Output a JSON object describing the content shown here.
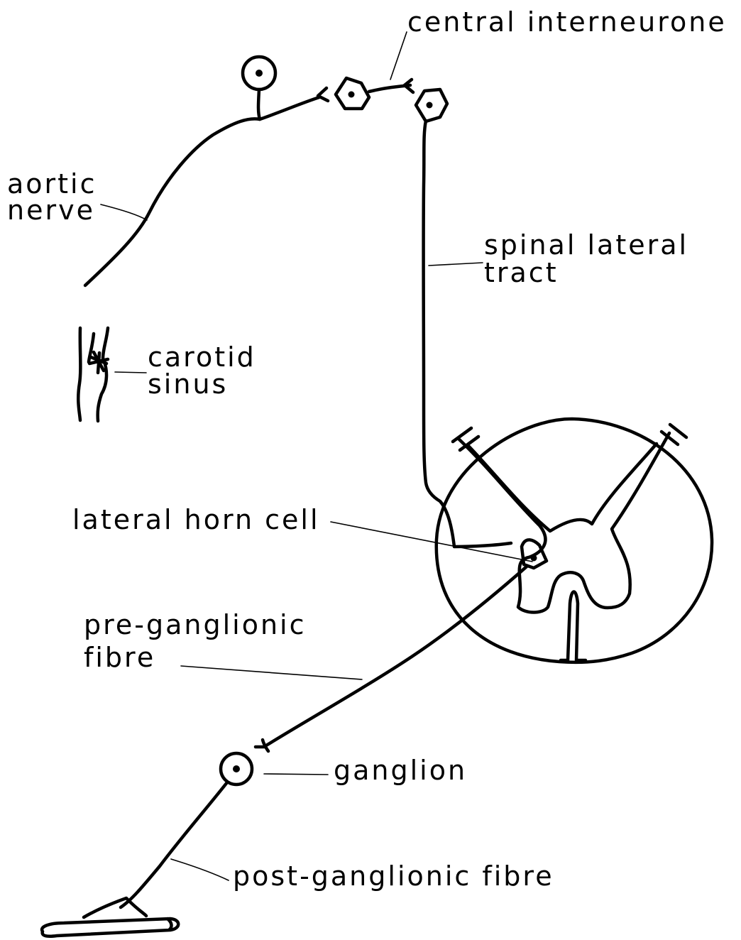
{
  "labels": {
    "central_interneurone": "central interneurone",
    "aortic_line1": "aortic",
    "aortic_line2": "nerve",
    "spinal_line1": "spinal lateral",
    "spinal_line2": "tract",
    "carotid_line1": "carotid",
    "carotid_line2": "sinus",
    "lateral_horn_cell": "lateral horn cell",
    "pre_line1": "pre-ganglionic",
    "pre_line2": "fibre",
    "ganglion": "ganglion",
    "post_ganglionic_fibre": "post-ganglionic fibre"
  },
  "colors": {
    "ink": "#000000",
    "background": "#ffffff"
  }
}
